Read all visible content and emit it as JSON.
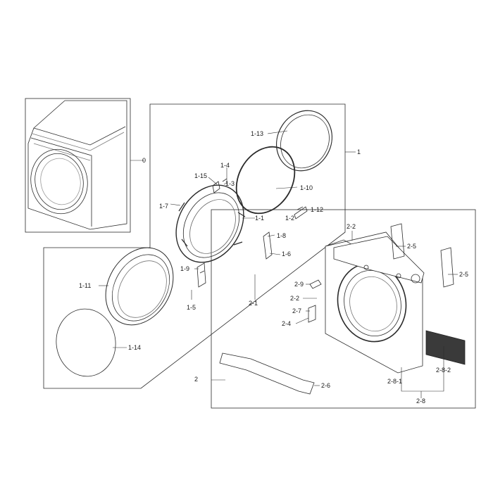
{
  "colors": {
    "line": "#2a2a2a",
    "shade": "#6a6a6a",
    "dark": "#3a3a3a",
    "paper": "#ffffff"
  },
  "icons": {
    "dryer": "dryer-cabinet-icon",
    "door_outer_ring": "door-outer-ring-icon",
    "door_glass": "door-glass-icon",
    "door_frame": "door-frame-icon",
    "control_panel": "control-panel-icon",
    "front_panel": "front-panel-icon",
    "filter_screen": "filter-screen-icon",
    "kickplate": "kickplate-icon"
  },
  "labels": {
    "l0": "0",
    "l1": "1",
    "l1_1": "1-1",
    "l1_2": "1-2",
    "l1_3": "1-3",
    "l1_4": "1-4",
    "l1_5": "1-5",
    "l1_6": "1-6",
    "l1_7": "1-7",
    "l1_8": "1-8",
    "l1_9": "1-9",
    "l1_10": "1-10",
    "l1_11": "1-11",
    "l1_12": "1-12",
    "l1_13": "1-13",
    "l1_14": "1-14",
    "l1_15": "1-15",
    "l2": "2",
    "l2_1": "2-1",
    "l2_2a": "2-2",
    "l2_2b": "2-2",
    "l2_4": "2-4",
    "l2_5a": "2-5",
    "l2_5b": "2-5",
    "l2_6": "2-6",
    "l2_7": "2-7",
    "l2_8": "2-8",
    "l2_8_1": "2-8-1",
    "l2_8_2": "2-8-2",
    "l2_9": "2-9"
  }
}
